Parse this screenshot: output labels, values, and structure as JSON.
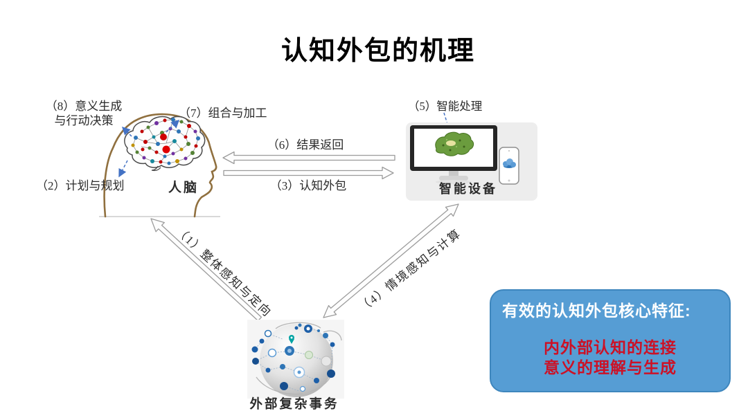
{
  "title": "认知外包的机理",
  "human_brain": {
    "label": "人脑",
    "annotation_8_line1": "（8）意义生成",
    "annotation_8_line2": "与行动决策",
    "annotation_7": "（7）组合与加工",
    "annotation_2": "（2）计划与规划"
  },
  "smart_devices": {
    "label": "智能设备",
    "annotation_5": "（5）智能处理"
  },
  "external_world": {
    "label": "外部复杂事务"
  },
  "flows": {
    "flow_6": "（6）结果返回",
    "flow_3": "（3）认知外包",
    "flow_1": "（1）整体感知与定向",
    "flow_4": "（4）情境感知与计算"
  },
  "feature_box": {
    "heading": "有效的认知外包核心特征:",
    "line1": "内外部认知的连接",
    "line2": "意义的理解与生成"
  },
  "colors": {
    "feature_box_fill": "#569dd4",
    "feature_box_border": "#3e86bd",
    "feature_heading_text": "#ffffff",
    "feature_lines_text": "#cc1126",
    "dashed_arrow": "#4472c4",
    "hollow_arrow_stroke": "#9b9b9b",
    "head_outline": "#90703f",
    "title_text": "#000000",
    "label_text": "#2b2b2b"
  },
  "icons": {
    "brain_network_icon": "colored node-network brain inside human head",
    "monitor_icon": "desktop monitor showing green brain scan",
    "smartphone_icon": "smartphone with blue cloud-brain app",
    "globe_network_icon": "gray globe covered with blue tech nodes",
    "location_pin_icon": "teal location pin"
  }
}
